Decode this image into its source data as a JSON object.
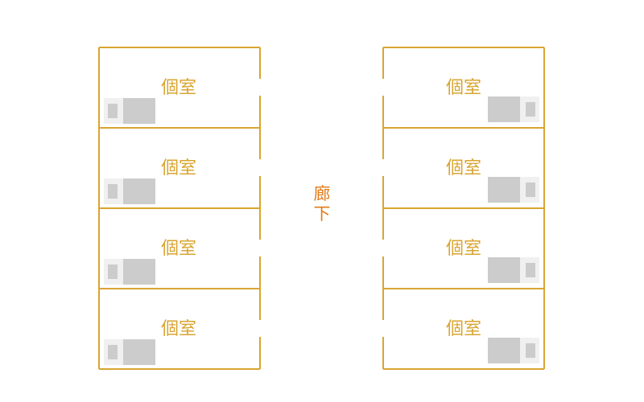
{
  "colors": {
    "wall": "#d9a531",
    "room_label": "#d9a531",
    "corridor_label": "#e07b1a",
    "bed": "#cccccc",
    "bed_head": "#f0f0f0"
  },
  "corridor": {
    "label_chars": [
      "廊",
      "下"
    ]
  },
  "rooms": {
    "left": [
      {
        "label": "個室"
      },
      {
        "label": "個室"
      },
      {
        "label": "個室"
      },
      {
        "label": "個室"
      }
    ],
    "right": [
      {
        "label": "個室"
      },
      {
        "label": "個室"
      },
      {
        "label": "個室"
      },
      {
        "label": "個室"
      }
    ]
  }
}
